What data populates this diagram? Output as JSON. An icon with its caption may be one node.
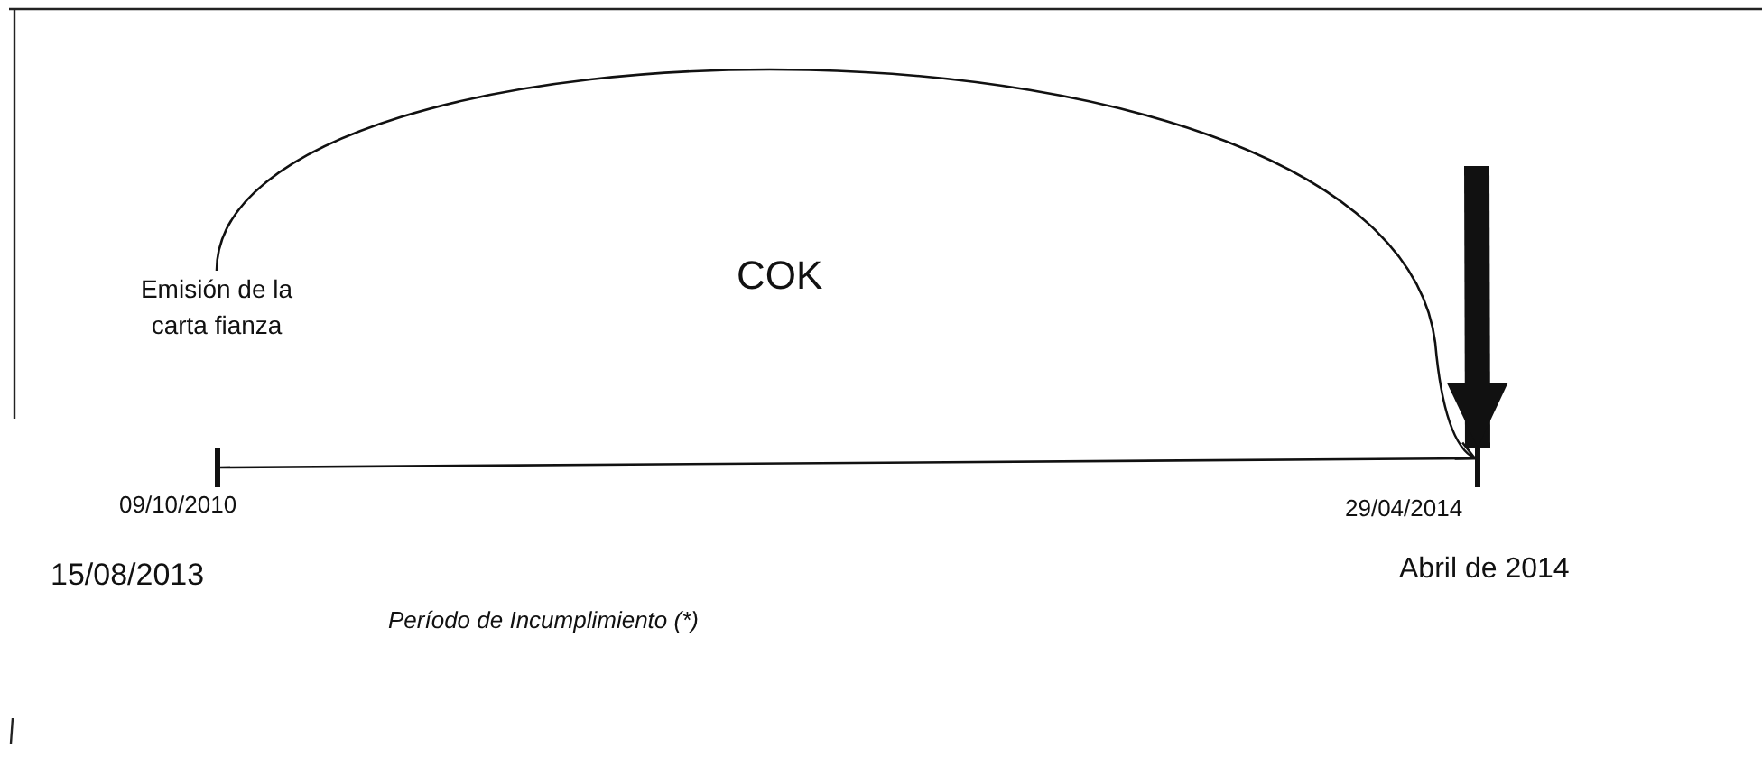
{
  "diagram": {
    "nodes": [
      {
        "text": [
          "Emisión de la carta fianza"
        ]
      },
      {
        "text": [],
        "shape": "bar"
      },
      {
        "text": [],
        "shape": "bar"
      }
    ],
    "edges": [
      {
        "from": 0,
        "to": 2,
        "arrow": "to",
        "label": "COK"
      },
      {
        "from": 1,
        "to": 2,
        "arrow": "none"
      },
      {
        "from": null,
        "to": 2,
        "arrow": "to",
        "style": "thick"
      }
    ],
    "labels": [
      "09/10/2010",
      "29/04/2014",
      "15/08/2013",
      "Abril de 2014",
      "Período de Incumplimiento (*)"
    ]
  }
}
